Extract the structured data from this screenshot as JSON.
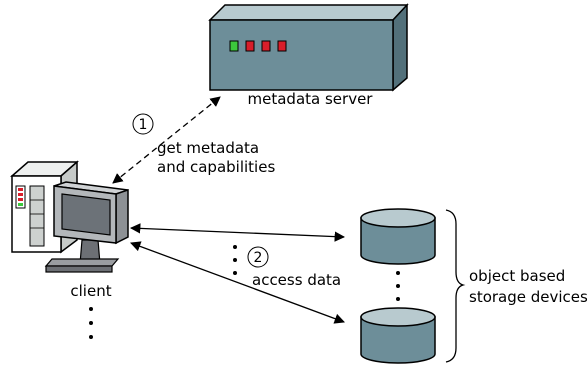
{
  "server": {
    "label": "metadata server",
    "body_color": "#6d8e99",
    "led_colors": [
      "#3cc83c",
      "#d81e2a",
      "#d81e2a",
      "#d81e2a"
    ]
  },
  "client": {
    "label": "client"
  },
  "steps": [
    {
      "number": "1",
      "lines": [
        "get metadata",
        "and capabilities"
      ]
    },
    {
      "number": "2",
      "lines": [
        "access data"
      ]
    }
  ],
  "storage": {
    "lines": [
      "object based",
      "storage devices"
    ],
    "disk_color": "#6d8e99"
  },
  "icons": {
    "server": "rack-server-icon",
    "client": "desktop-computer-icon",
    "disk": "disk-cylinder-icon"
  }
}
